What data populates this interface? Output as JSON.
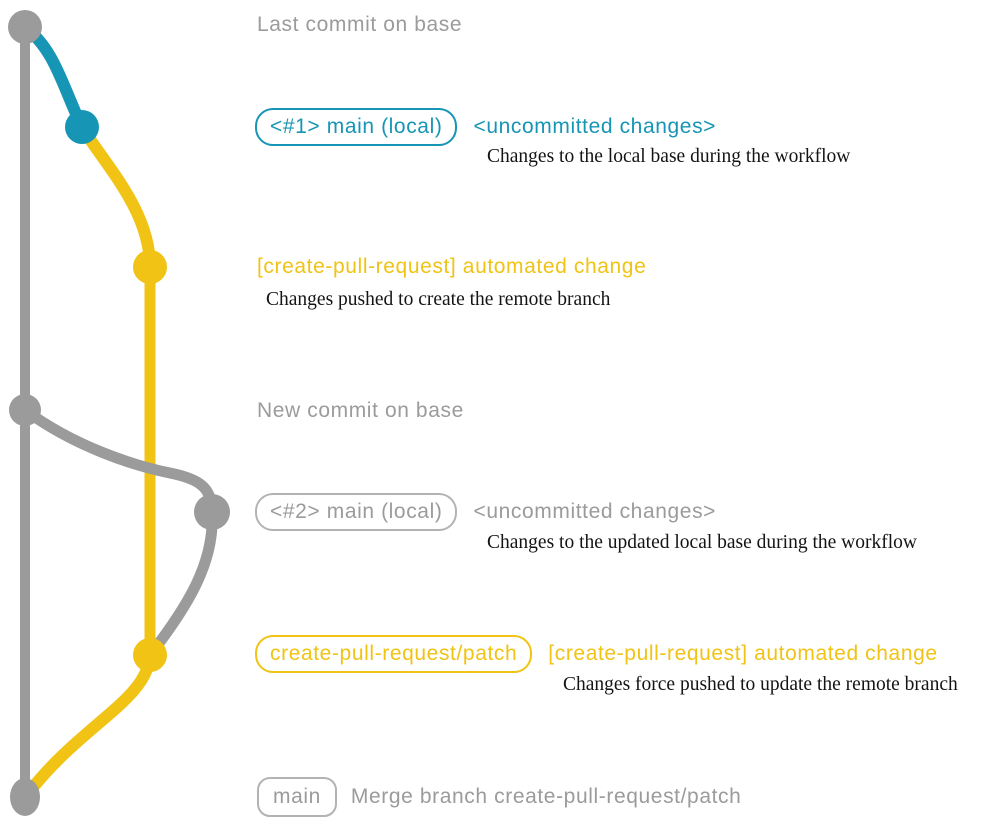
{
  "colors": {
    "gray": "#9b9b9b",
    "teal": "#1795b5",
    "yellow": "#f0c314",
    "ink": "#141414",
    "background": "#ffffff"
  },
  "annotations": {
    "last_commit_label": "Last commit on base",
    "step1": {
      "badge": "<#1> main (local)",
      "title": "<uncommitted changes>",
      "description": "Changes to the local base during the workflow"
    },
    "step2": {
      "title": "[create-pull-request] automated change",
      "description": "Changes pushed to create the remote branch"
    },
    "new_commit_label": "New commit on base",
    "step3": {
      "badge": "<#2> main (local)",
      "title": "<uncommitted changes>",
      "description": "Changes to the updated local base during the workflow"
    },
    "step4": {
      "badge": "create-pull-request/patch",
      "title": "[create-pull-request] automated change",
      "description": "Changes force pushed to update the remote branch"
    },
    "merge": {
      "badge": "main",
      "label": "Merge branch create-pull-request/patch"
    }
  }
}
